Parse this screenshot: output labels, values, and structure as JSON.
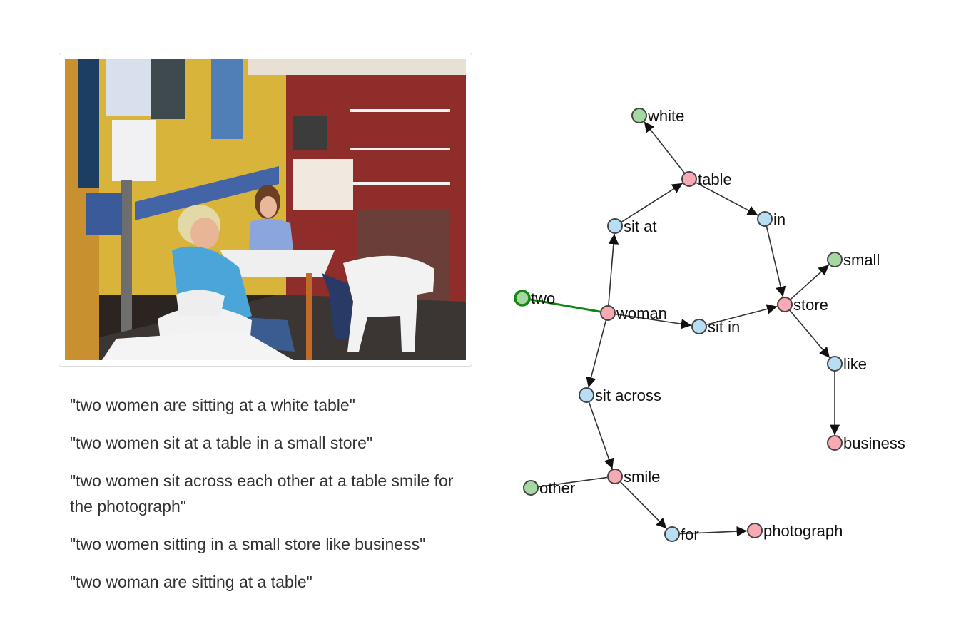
{
  "image": {
    "alt": "two women sitting at a table in a small store",
    "colors": {
      "wall_yellow": "#d9b43a",
      "wall_red": "#8e2d2a",
      "shirt_blue": "#4aa6d8",
      "chair_white": "#f2f2f2"
    }
  },
  "captions": [
    "\"two women are sitting at a white table\"",
    "\"two women sit at a table in a small store\"",
    "\"two women sit across each other at a table smile for the photograph\"",
    "\"two women sitting in a small store like business\"",
    "\"two woman are sitting at a table\""
  ],
  "graph": {
    "colors": {
      "object": "#f7a9b4",
      "relation": "#b7def5",
      "attribute": "#a6d8a2",
      "node_stroke": "#444444",
      "edge": "#333333",
      "highlight": "#118811"
    },
    "nodes": [
      {
        "id": "white",
        "label": "white",
        "type": "attribute"
      },
      {
        "id": "table",
        "label": "table",
        "type": "object"
      },
      {
        "id": "sit_at",
        "label": "sit at",
        "type": "relation"
      },
      {
        "id": "in",
        "label": "in",
        "type": "relation"
      },
      {
        "id": "small",
        "label": "small",
        "type": "attribute"
      },
      {
        "id": "two",
        "label": "two",
        "type": "attribute",
        "highlight": true
      },
      {
        "id": "woman",
        "label": "woman",
        "type": "object"
      },
      {
        "id": "sit_in",
        "label": "sit in",
        "type": "relation"
      },
      {
        "id": "store",
        "label": "store",
        "type": "object"
      },
      {
        "id": "like",
        "label": "like",
        "type": "relation"
      },
      {
        "id": "sit_across",
        "label": "sit across",
        "type": "relation"
      },
      {
        "id": "business",
        "label": "business",
        "type": "object"
      },
      {
        "id": "other",
        "label": "other",
        "type": "attribute"
      },
      {
        "id": "smile",
        "label": "smile",
        "type": "object"
      },
      {
        "id": "for",
        "label": "for",
        "type": "relation"
      },
      {
        "id": "photograph",
        "label": "photograph",
        "type": "object"
      }
    ],
    "edges": [
      {
        "from": "table",
        "to": "white",
        "arrow": true
      },
      {
        "from": "sit_at",
        "to": "table",
        "arrow": true
      },
      {
        "from": "table",
        "to": "in",
        "arrow": true
      },
      {
        "from": "in",
        "to": "store",
        "arrow": true
      },
      {
        "from": "store",
        "to": "small",
        "arrow": true
      },
      {
        "from": "two",
        "to": "woman",
        "arrow": false,
        "highlight": true
      },
      {
        "from": "woman",
        "to": "sit_at",
        "arrow": true
      },
      {
        "from": "woman",
        "to": "sit_in",
        "arrow": true
      },
      {
        "from": "sit_in",
        "to": "store",
        "arrow": true
      },
      {
        "from": "store",
        "to": "like",
        "arrow": true
      },
      {
        "from": "like",
        "to": "business",
        "arrow": true
      },
      {
        "from": "woman",
        "to": "sit_across",
        "arrow": true
      },
      {
        "from": "sit_across",
        "to": "smile",
        "arrow": true
      },
      {
        "from": "other",
        "to": "smile",
        "arrow": false
      },
      {
        "from": "smile",
        "to": "for",
        "arrow": true
      },
      {
        "from": "for",
        "to": "photograph",
        "arrow": true
      }
    ]
  }
}
